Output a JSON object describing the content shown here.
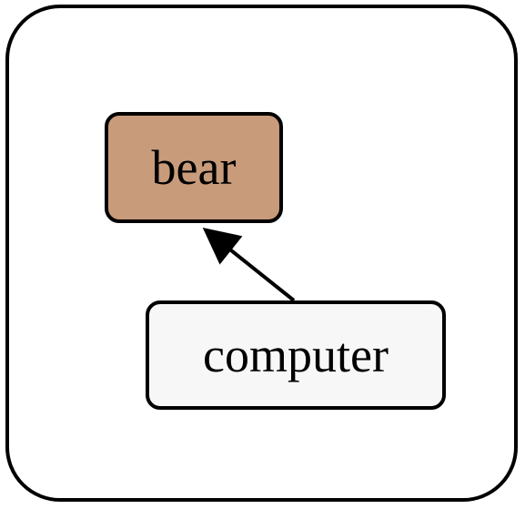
{
  "nodes": {
    "bear": {
      "label": "bear",
      "fill": "#C89B7B"
    },
    "computer": {
      "label": "computer",
      "fill": "#F7F7F7"
    }
  },
  "edges": [
    {
      "from": "computer",
      "to": "bear",
      "directed": true
    }
  ],
  "colors": {
    "stroke": "#000000",
    "background": "#FFFFFF"
  }
}
